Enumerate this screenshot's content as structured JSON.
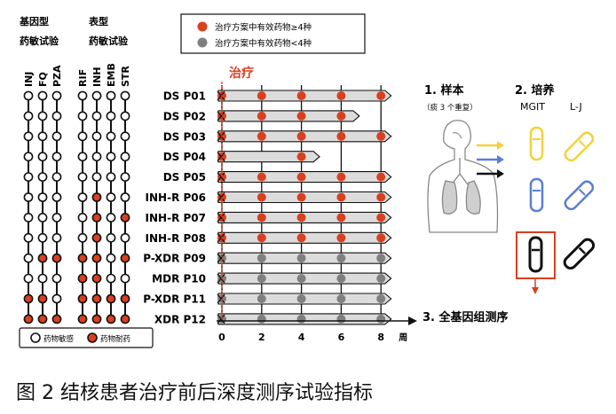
{
  "colors": {
    "red": "#d8401f",
    "gray": "#7f7f7f",
    "bar": "#dcdcdc",
    "yellow": "#f3d23b",
    "blue": "#5b7fcf",
    "black": "#111111"
  },
  "header": {
    "genotype_line1": "基因型",
    "genotype_line2": "药敏试验",
    "phenotype_line1": "表型",
    "phenotype_line2": "药敏试验"
  },
  "legend": {
    "effective_ge4": "治疗方案中有效药物≥4种",
    "effective_lt4": "治疗方案中有效药物<4种"
  },
  "susceptibility_legend": {
    "sensitive": "药物敏感",
    "resistant": "药物耐药"
  },
  "drugs_genotype": [
    "INJ",
    "FQ",
    "PZA"
  ],
  "drugs_phenotype": [
    "RIF",
    "INH",
    "EMB",
    "STR"
  ],
  "treatment_label": "治疗",
  "x_axis": {
    "ticks": [
      "0",
      "2",
      "4",
      "6",
      "8"
    ],
    "unit": "周"
  },
  "patients": [
    {
      "label": "DS  P01",
      "end_week": 8.2,
      "group": "ge4",
      "pts": [
        0,
        2,
        4,
        6,
        8
      ],
      "arrow": true,
      "geno": [
        0,
        0,
        0
      ],
      "pheno": [
        0,
        0,
        0,
        0
      ]
    },
    {
      "label": "DS  P02",
      "end_week": 6.6,
      "group": "ge4",
      "pts": [
        0,
        2,
        4,
        6
      ],
      "arrow": true,
      "geno": [
        0,
        0,
        0
      ],
      "pheno": [
        0,
        0,
        0,
        0
      ]
    },
    {
      "label": "DS  P03",
      "end_week": 8.2,
      "group": "ge4",
      "pts": [
        0,
        2,
        4,
        6,
        8
      ],
      "arrow": true,
      "geno": [
        0,
        0,
        0
      ],
      "pheno": [
        0,
        0,
        0,
        0
      ]
    },
    {
      "label": "DS  P04",
      "end_week": 4.6,
      "group": "ge4",
      "pts": [
        0,
        4
      ],
      "arrow": true,
      "geno": [
        0,
        0,
        0
      ],
      "pheno": [
        0,
        0,
        0,
        0
      ]
    },
    {
      "label": "DS  P05",
      "end_week": 8.2,
      "group": "ge4",
      "pts": [
        0,
        2,
        4,
        6,
        8
      ],
      "arrow": true,
      "geno": [
        0,
        0,
        0
      ],
      "pheno": [
        0,
        0,
        0,
        0
      ]
    },
    {
      "label": "INH-R  P06",
      "end_week": 8.2,
      "group": "ge4",
      "pts": [
        0,
        2,
        4,
        6,
        8
      ],
      "arrow": true,
      "geno": [
        0,
        0,
        0
      ],
      "pheno": [
        0,
        1,
        0,
        0
      ]
    },
    {
      "label": "INH-R  P07",
      "end_week": 8.2,
      "group": "ge4",
      "pts": [
        0,
        2,
        4,
        6,
        8
      ],
      "arrow": true,
      "geno": [
        0,
        0,
        0
      ],
      "pheno": [
        0,
        1,
        0,
        1
      ]
    },
    {
      "label": "INH-R  P08",
      "end_week": 8.2,
      "group": "ge4",
      "pts": [
        0,
        2,
        4,
        6,
        8
      ],
      "arrow": true,
      "geno": [
        0,
        0,
        0
      ],
      "pheno": [
        0,
        1,
        0,
        0
      ]
    },
    {
      "label": "P-XDR  P09",
      "end_week": 8.2,
      "group": "lt4",
      "pts": [
        0,
        2,
        4,
        6,
        8
      ],
      "arrow": true,
      "geno": [
        0,
        1,
        1
      ],
      "pheno": [
        1,
        1,
        0,
        1
      ]
    },
    {
      "label": "MDR  P10",
      "end_week": 8.2,
      "group": "lt4",
      "pts": [
        0,
        2,
        4,
        6,
        8
      ],
      "arrow": true,
      "geno": [
        0,
        0,
        0
      ],
      "pheno": [
        1,
        1,
        0,
        0
      ]
    },
    {
      "label": "P-XDR  P11",
      "end_week": 8.2,
      "group": "lt4",
      "pts": [
        0,
        2,
        4,
        6,
        8
      ],
      "arrow": true,
      "geno": [
        1,
        1,
        0
      ],
      "pheno": [
        1,
        1,
        1,
        1
      ]
    },
    {
      "label": "XDR  P12",
      "end_week": 8.2,
      "group": "lt4",
      "pts": [
        0,
        2,
        4,
        6,
        8
      ],
      "arrow": true,
      "geno": [
        1,
        1,
        1
      ],
      "pheno": [
        1,
        1,
        1,
        1
      ]
    }
  ],
  "right_panel": {
    "sample_title": "1. 样本",
    "sample_sub": "（痰 3 个重复）",
    "culture_title": "2.  培养",
    "mgit": "MGIT",
    "lj": "L-J",
    "sequencing": "3.      全基因组测序"
  },
  "caption": "图 2 结核患者治疗前后深度测序试验指标"
}
